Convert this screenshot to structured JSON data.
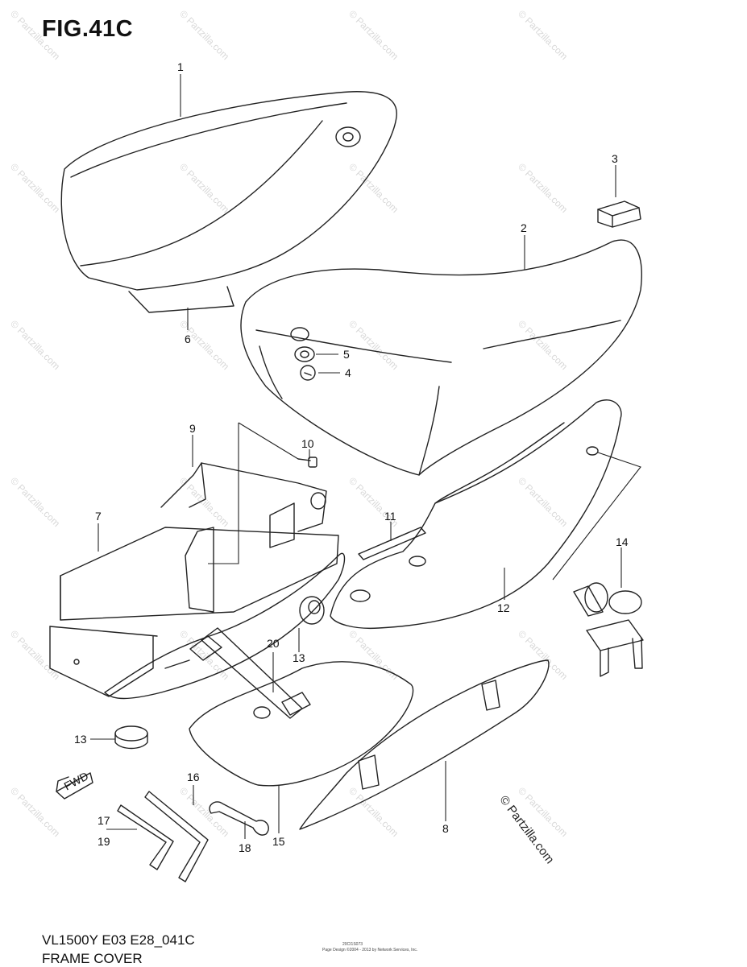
{
  "figure": {
    "title": "FIG.41C",
    "model_code": "VL1500Y  E03  E28_041C",
    "section_name": "FRAME COVER",
    "copyright": "© Partzilla.com",
    "watermark": "© Partzilla.com",
    "tiny_code": "20CI1S073",
    "tiny_credit": "Page Design ©2004 - 2013 by Network Services, Inc."
  },
  "fwd_arrow_label": "FWD",
  "callouts": [
    {
      "id": "1",
      "label": "1"
    },
    {
      "id": "2",
      "label": "2"
    },
    {
      "id": "3",
      "label": "3"
    },
    {
      "id": "4",
      "label": "4"
    },
    {
      "id": "5",
      "label": "5"
    },
    {
      "id": "6",
      "label": "6"
    },
    {
      "id": "7",
      "label": "7"
    },
    {
      "id": "8",
      "label": "8"
    },
    {
      "id": "9",
      "label": "9"
    },
    {
      "id": "10",
      "label": "10"
    },
    {
      "id": "11",
      "label": "11"
    },
    {
      "id": "12",
      "label": "12"
    },
    {
      "id": "13a",
      "label": "13"
    },
    {
      "id": "13b",
      "label": "13"
    },
    {
      "id": "14",
      "label": "14"
    },
    {
      "id": "15",
      "label": "15"
    },
    {
      "id": "16",
      "label": "16"
    },
    {
      "id": "17",
      "label": "17"
    },
    {
      "id": "18",
      "label": "18"
    },
    {
      "id": "19",
      "label": "19"
    },
    {
      "id": "20",
      "label": "20"
    }
  ]
}
